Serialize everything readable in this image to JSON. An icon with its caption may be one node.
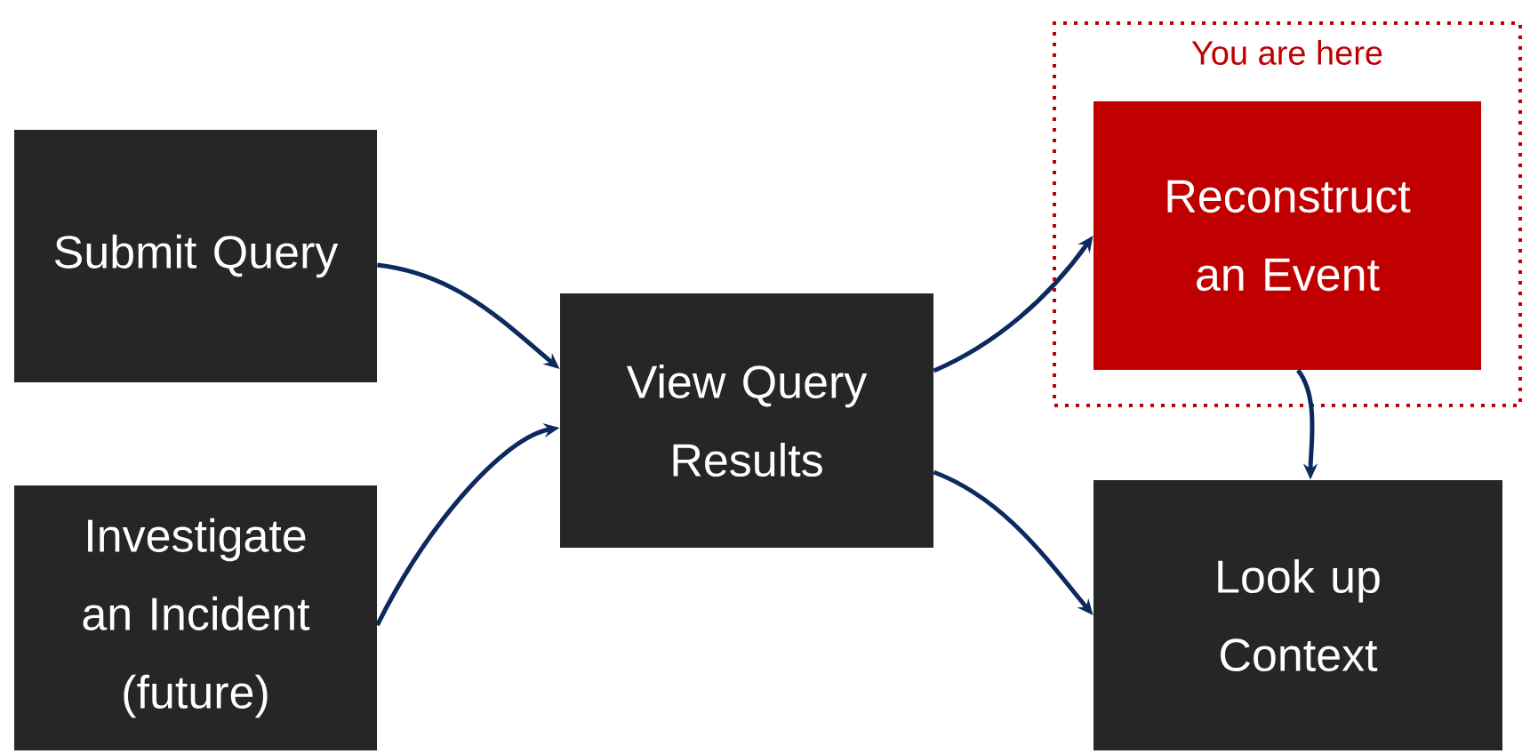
{
  "diagram": {
    "nodes": [
      {
        "text": [
          "Submit Query"
        ]
      },
      {
        "text": [
          "Investigate an Incident (future)"
        ]
      },
      {
        "text": [
          "View Query Results"
        ]
      },
      {
        "text": [
          "You are here"
        ]
      },
      {
        "text": [
          "Reconstruct an Event"
        ],
        "in": 3
      },
      {
        "text": [
          "Look up Context"
        ]
      }
    ],
    "edges": [
      {
        "from": 0,
        "to": 2,
        "arrow": "to"
      },
      {
        "from": 1,
        "to": 2,
        "arrow": "to"
      },
      {
        "from": 2,
        "to": 4,
        "arrow": "to"
      },
      {
        "from": 2,
        "to": 5,
        "arrow": "to"
      },
      {
        "from": 4,
        "to": 5,
        "arrow": "to"
      }
    ]
  }
}
